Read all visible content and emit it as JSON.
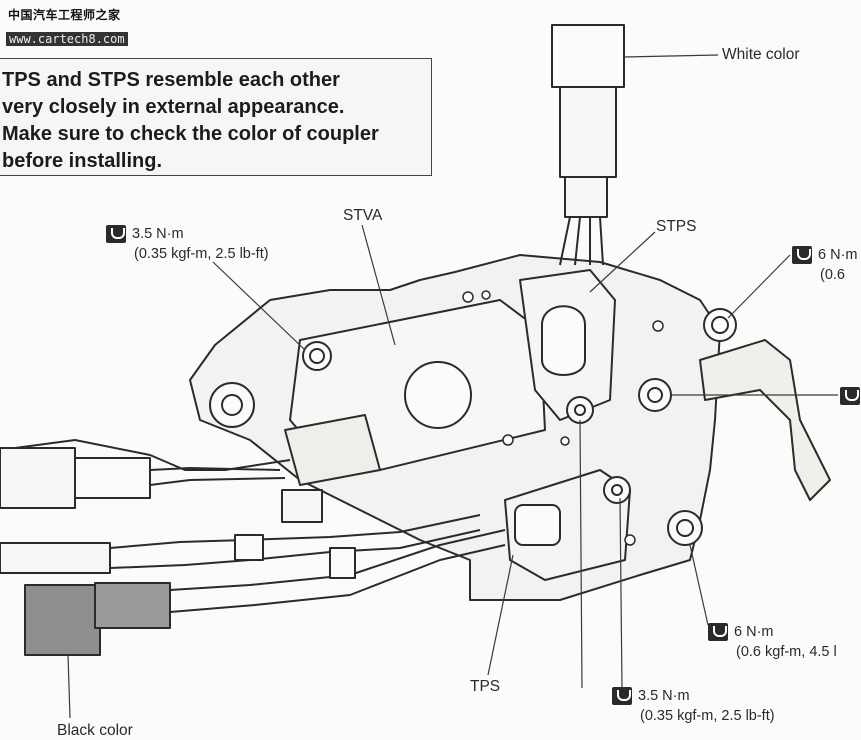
{
  "watermark": {
    "cn": "中国汽车工程师之家",
    "url": "www.cartech8.com"
  },
  "note": {
    "lines": [
      "TPS and STPS resemble each other",
      "very closely in external appearance.",
      "Make sure to check the color of coupler",
      "before installing."
    ]
  },
  "labels": {
    "white_color": "White color",
    "black_color": "Black color",
    "stva": "STVA",
    "stps": "STPS",
    "tps": "TPS"
  },
  "torque": {
    "stva_screw": {
      "value": "3.5 N·m",
      "detail": "(0.35 kgf-m, 2.5 lb-ft)"
    },
    "top_right": {
      "value": "6 N·m",
      "detail": "(0.6"
    },
    "right_edge_icon": "torque-wrench-icon",
    "lower_right": {
      "value": "6 N·m",
      "detail": "(0.6 kgf-m, 4.5 l"
    },
    "tps_screw": {
      "value": "3.5 N·m",
      "detail": "(0.35 kgf-m, 2.5 lb-ft)"
    }
  }
}
